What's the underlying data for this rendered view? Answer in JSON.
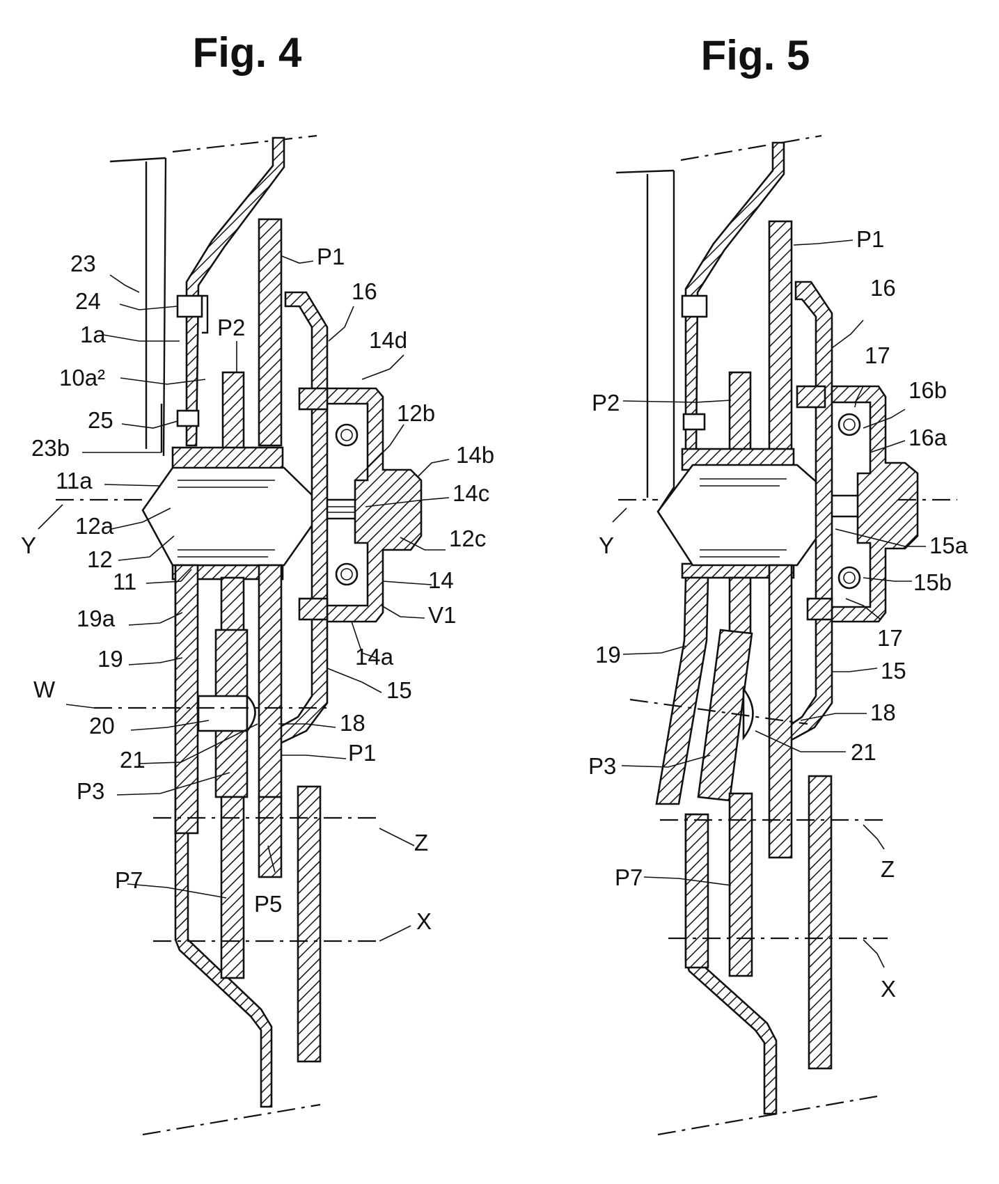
{
  "figures": [
    {
      "title": "Fig. 4",
      "labels": [
        "23",
        "24",
        "1a",
        "10a²",
        "25",
        "23b",
        "11a",
        "Y",
        "12a",
        "12",
        "11",
        "19a",
        "19",
        "W",
        "20",
        "21",
        "P3",
        "P7",
        "P5",
        "X",
        "Z",
        "P1",
        "P1",
        "P2",
        "16",
        "14d",
        "12b",
        "14b",
        "14c",
        "12c",
        "14",
        "V1",
        "14a",
        "15",
        "18"
      ]
    },
    {
      "title": "Fig. 5",
      "labels": [
        "P2",
        "Y",
        "19",
        "P3",
        "P7",
        "P1",
        "16",
        "17",
        "16b",
        "16a",
        "15a",
        "15b",
        "17",
        "15",
        "18",
        "21",
        "Z",
        "X"
      ]
    }
  ],
  "colors": {
    "ink": "#111111",
    "paper": "#ffffff"
  }
}
